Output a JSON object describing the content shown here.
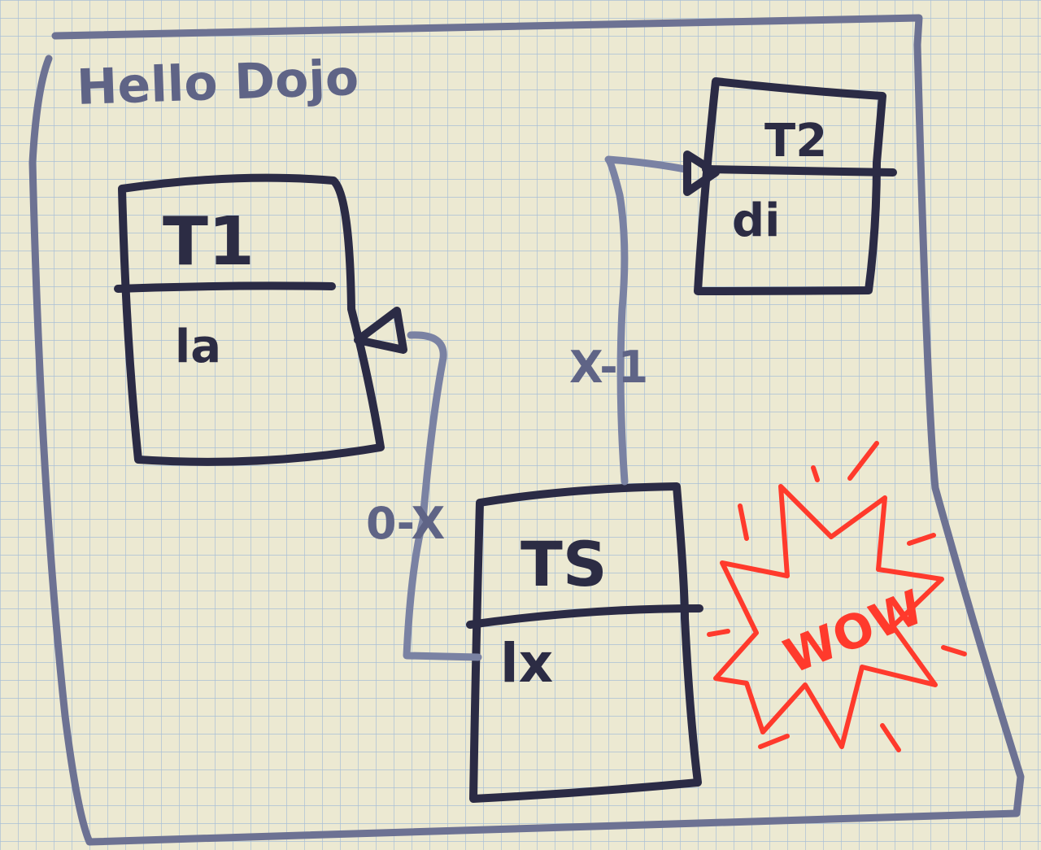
{
  "diagram": {
    "title": "Hello Dojo",
    "entities": [
      {
        "id": "t1",
        "name": "T1",
        "field": "la"
      },
      {
        "id": "t2",
        "name": "T2",
        "field": "di"
      },
      {
        "id": "ts",
        "name": "TS",
        "field": "lx"
      }
    ],
    "relations": [
      {
        "from": "ts",
        "to": "t1",
        "cardinality": "0-X"
      },
      {
        "from": "ts",
        "to": "t2",
        "cardinality": "X-1"
      }
    ],
    "burst_text": "WOW",
    "colors": {
      "paper": "#ece9d2",
      "grid": "#a9bfd6",
      "ink": "#2b2b45",
      "frame": "#6d7293",
      "burst": "#ff3a2c"
    }
  }
}
